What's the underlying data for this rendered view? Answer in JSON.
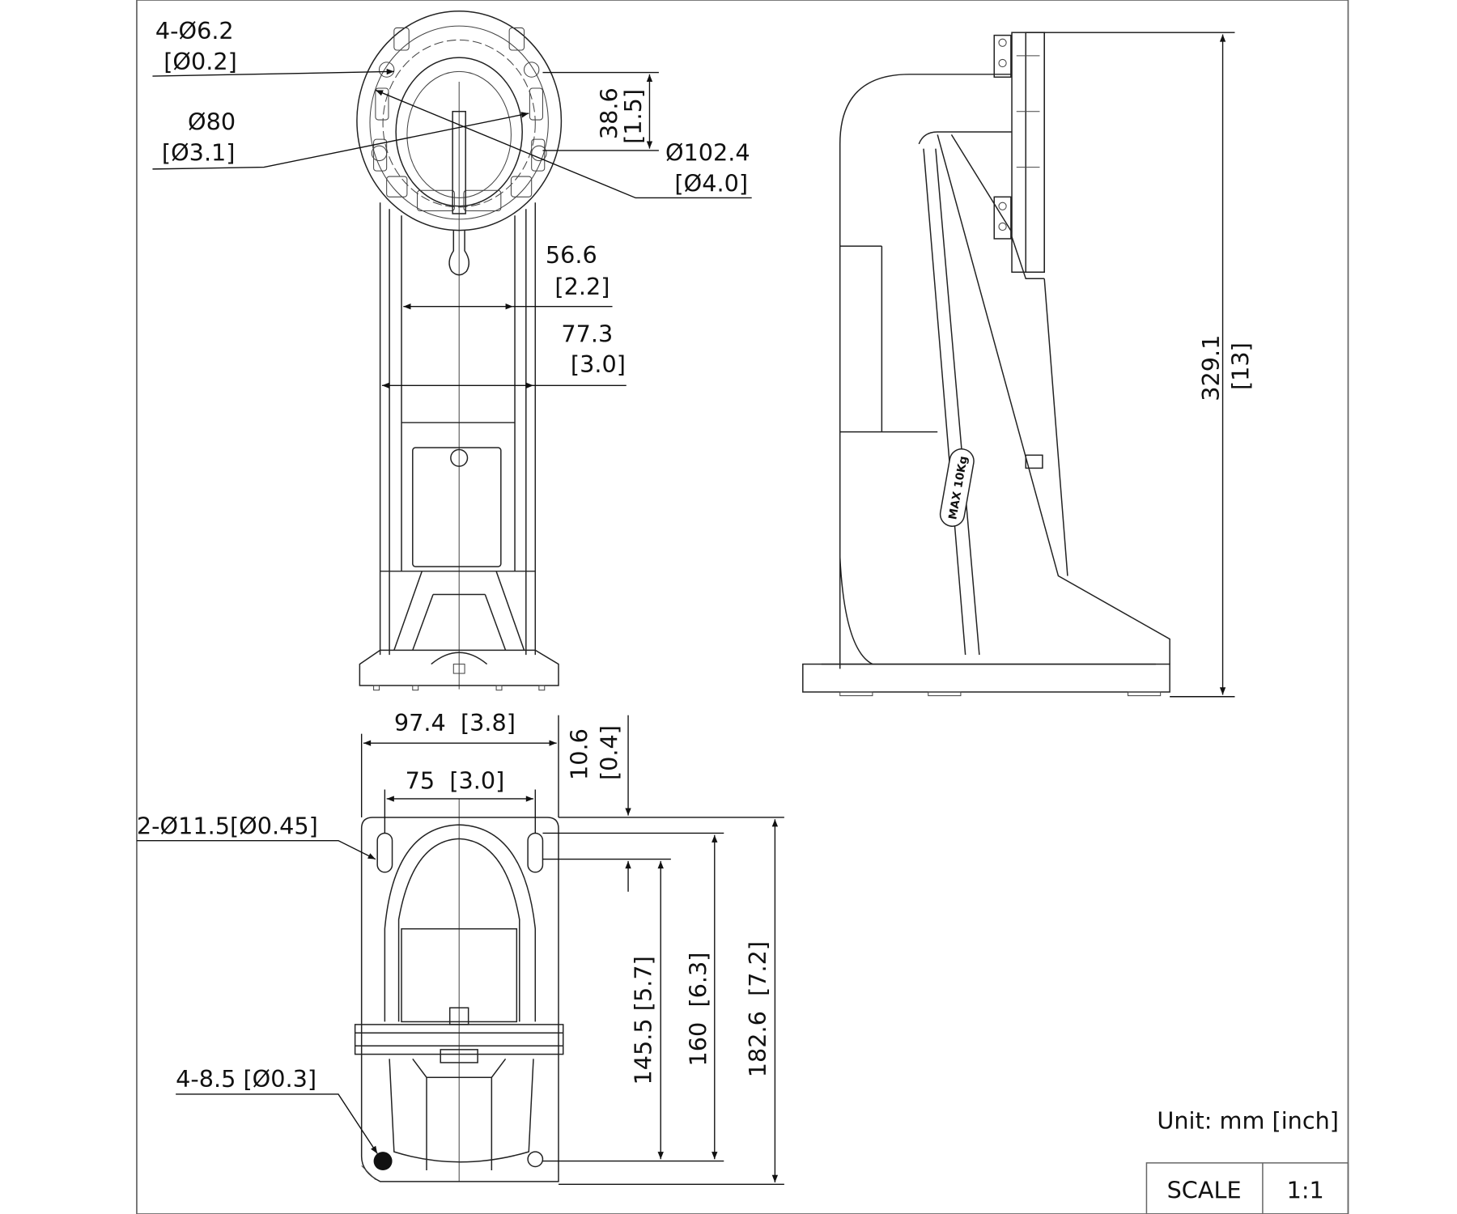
{
  "front_view": {
    "hole_callout": {
      "mm": "4-Ø6.2",
      "inch": "[Ø0.2]"
    },
    "inner_diameter": {
      "mm": "Ø80",
      "inch": "[Ø3.1]"
    },
    "hole_spacing": {
      "mm": "38.6",
      "inch": "[1.5]"
    },
    "outer_diameter": {
      "mm": "Ø102.4",
      "inch": "[Ø4.0]"
    },
    "inner_width": {
      "mm": "56.6",
      "inch": "[2.2]"
    },
    "outer_width": {
      "mm": "77.3",
      "inch": "[3.0]"
    }
  },
  "side_view": {
    "height": {
      "mm": "329.1",
      "inch": "[13]"
    },
    "load_label": "MAX 10Kg"
  },
  "bottom_view": {
    "plate_width": "97.4  [3.8]",
    "hole_pitch": "75  [3.0]",
    "top_offset": {
      "mm": "10.6",
      "inch": "[0.4]"
    },
    "slot_callout": "2-Ø11.5[Ø0.45]",
    "hole_callout": "4-8.5 [Ø0.3]",
    "span_1": "145.5 [5.7]",
    "span_2": "160  [6.3]",
    "plate_length": "182.6  [7.2]"
  },
  "notes": {
    "unit": "Unit: mm [inch]",
    "scale_label": "SCALE",
    "scale_value": "1:1"
  }
}
